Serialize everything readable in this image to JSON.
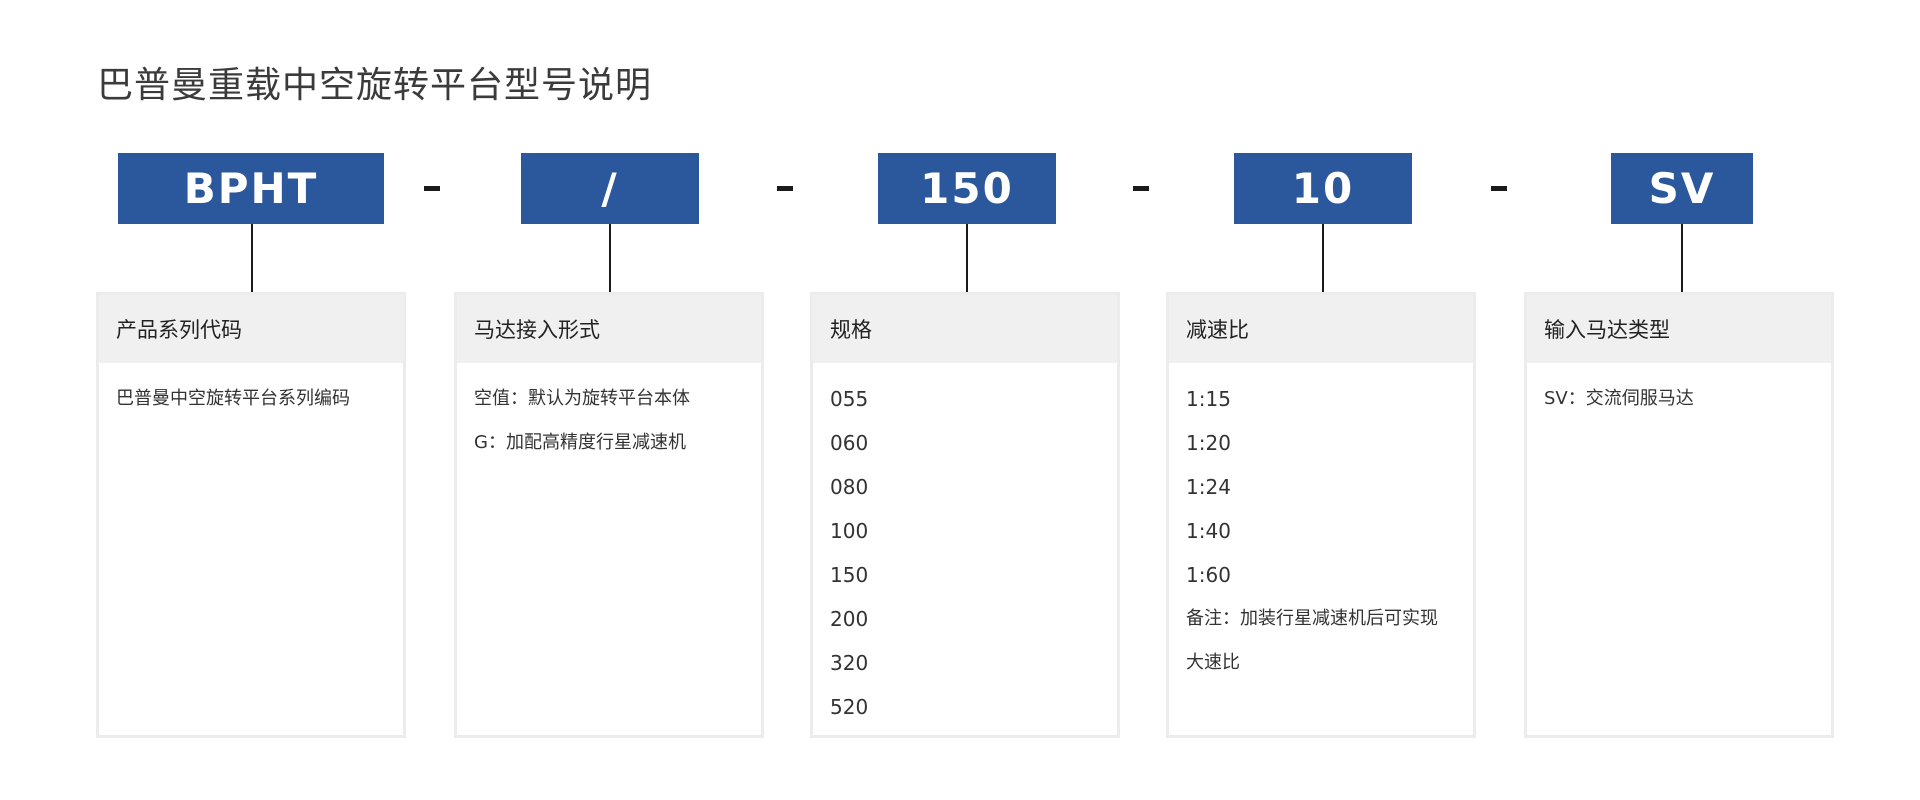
{
  "title": "巴普曼重载中空旋转平台型号说明",
  "separator": "-",
  "colors": {
    "box": "#2b579c",
    "card_header": "#f0f0f0",
    "card_border": "#ececec",
    "line": "#1a1a1a"
  },
  "codes": [
    "BPHT",
    "/",
    "150",
    "10",
    "SV"
  ],
  "cards": [
    {
      "header": "产品系列代码",
      "items": [
        "巴普曼中空旋转平台系列编码"
      ]
    },
    {
      "header": "马达接入形式",
      "items": [
        "空值：默认为旋转平台本体",
        "G：加配高精度行星减速机"
      ]
    },
    {
      "header": "规格",
      "items": [
        "055",
        "060",
        "080",
        "100",
        "150",
        "200",
        "320",
        "520"
      ]
    },
    {
      "header": "减速比",
      "items": [
        "1:15",
        "1:20",
        "1:24",
        "1:40",
        "1:60",
        "备注：加装行星减速机后可实现",
        "大速比"
      ]
    },
    {
      "header": "输入马达类型",
      "items": [
        "SV：交流伺服马达"
      ]
    }
  ]
}
